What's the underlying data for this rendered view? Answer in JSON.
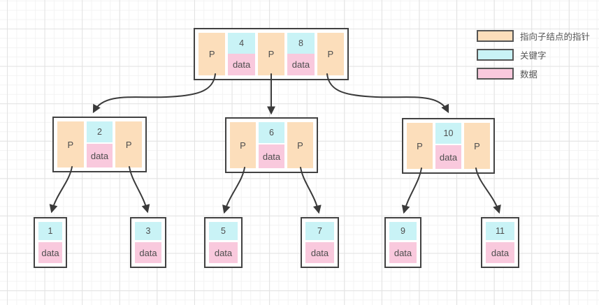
{
  "colors": {
    "pointer": "#fcdebb",
    "key": "#c9f3f6",
    "data": "#f9c9dd",
    "border": "#424242",
    "arrow": "#3a3a3a"
  },
  "legend": {
    "items": [
      {
        "label": "指向子结点的指针"
      },
      {
        "label": "关键字"
      },
      {
        "label": "数据"
      }
    ]
  },
  "nodes": {
    "root": {
      "p1": "P",
      "k1": "4",
      "d1": "data",
      "p2": "P",
      "k2": "8",
      "d2": "data",
      "p3": "P"
    },
    "internal": [
      {
        "p1": "P",
        "k1": "2",
        "d1": "data",
        "p2": "P"
      },
      {
        "p1": "P",
        "k1": "6",
        "d1": "data",
        "p2": "P"
      },
      {
        "p1": "P",
        "k1": "10",
        "d1": "data",
        "p2": "P"
      }
    ],
    "leaves": [
      {
        "key": "1",
        "data": "data"
      },
      {
        "key": "3",
        "data": "data"
      },
      {
        "key": "5",
        "data": "data"
      },
      {
        "key": "7",
        "data": "data"
      },
      {
        "key": "9",
        "data": "data"
      },
      {
        "key": "11",
        "data": "data"
      }
    ]
  }
}
